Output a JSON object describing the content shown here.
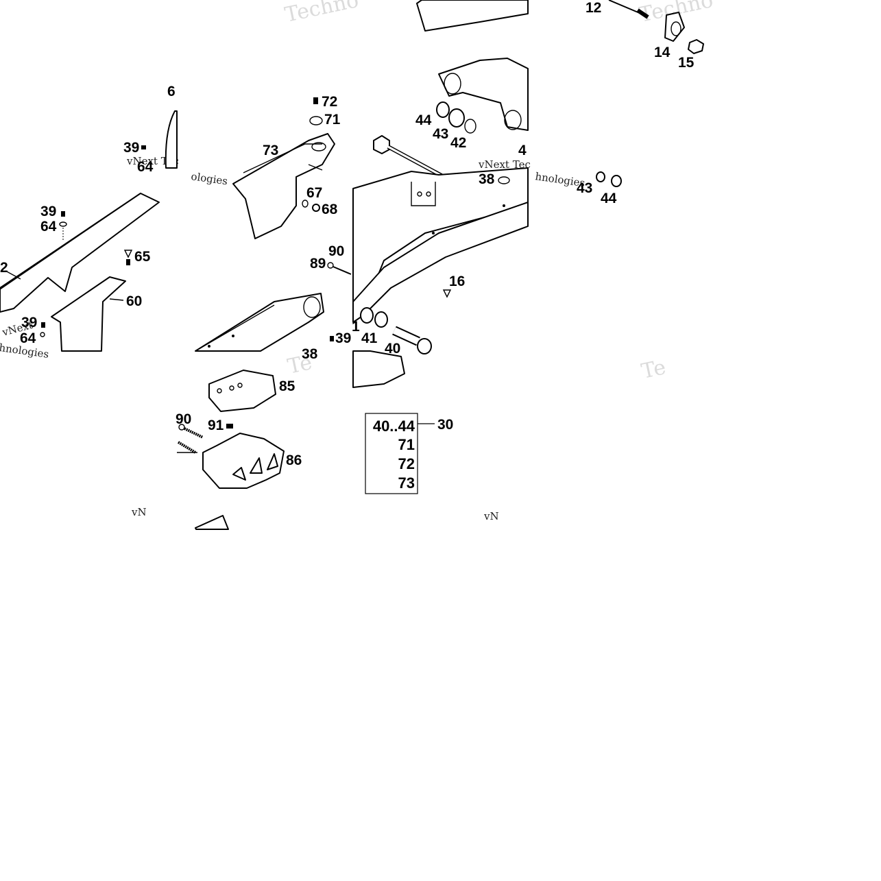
{
  "callouts": {
    "c6": "6",
    "c12": "12",
    "c14": "14",
    "c15": "15",
    "c16": "16",
    "c30": "30",
    "c38": "38",
    "c38b": "38",
    "c39a": "39",
    "c39b": "39",
    "c39c": "39",
    "c39d": "39",
    "c40": "40",
    "c41": "41",
    "c41b": "1",
    "c42": "42",
    "c43a": "43",
    "c43b": "43",
    "c44a": "44",
    "c44b": "44",
    "c4x": "4",
    "c60": "60",
    "c62": "2",
    "c64a": "64",
    "c64b": "64",
    "c64c": "64",
    "c65": "65",
    "c67": "67",
    "c68": "68",
    "c71": "71",
    "c72": "72",
    "c73": "73",
    "c85": "85",
    "c86": "86",
    "c89": "89",
    "c90a": "90",
    "c90b": "90",
    "c91": "91"
  },
  "kit_box": {
    "rows": [
      "40..44",
      "71",
      "72",
      "73"
    ],
    "ref": "30"
  },
  "watermarks": {
    "big": "Techno",
    "big2": "Techno",
    "big3": "Te",
    "big4": "Te",
    "small1": "vNext Tec",
    "small2": "vNext Tec",
    "small3": "hnologies",
    "small4": "hnologies",
    "small5": "ologies",
    "small6": "vN",
    "small7": "vN",
    "small8": "vNext"
  }
}
